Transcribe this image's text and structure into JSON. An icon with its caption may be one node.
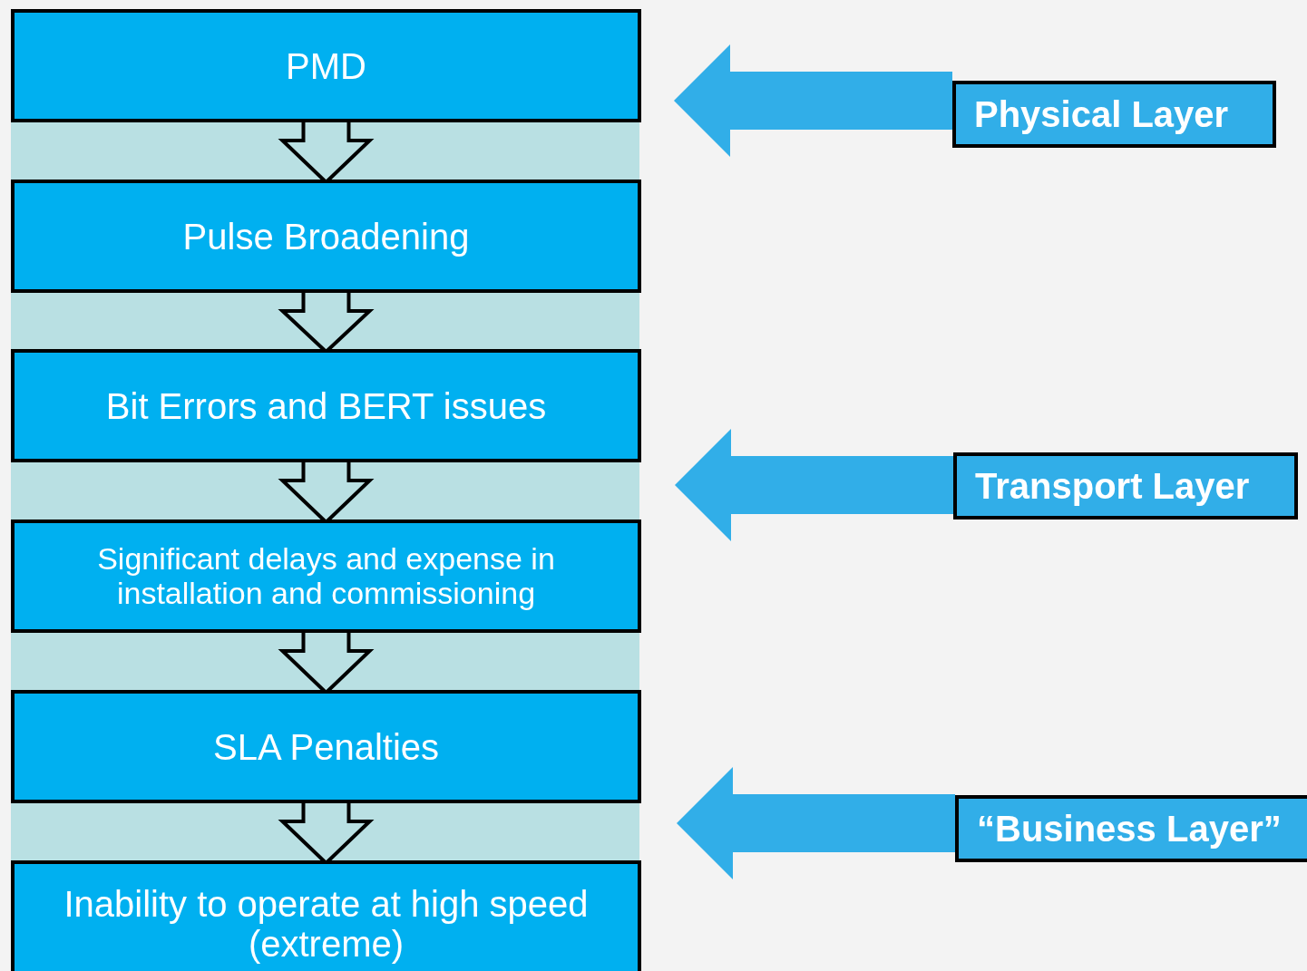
{
  "diagram": {
    "nodes": [
      {
        "text": [
          "PMD"
        ]
      },
      {
        "text": [
          "Pulse Broadening"
        ]
      },
      {
        "text": [
          "Bit Errors and BERT issues"
        ]
      },
      {
        "text": [
          "Significant delays and expense in installation and commissioning"
        ]
      },
      {
        "text": [
          "SLA Penalties"
        ]
      },
      {
        "text": [
          "Inability to operate at high speed (extreme)"
        ]
      },
      {
        "text": [
          "Physical Layer"
        ]
      },
      {
        "text": [
          "Transport Layer"
        ]
      },
      {
        "text": [
          "“Business Layer”"
        ]
      }
    ],
    "edges": [
      {
        "from": 0,
        "to": 1,
        "arrow": "to"
      },
      {
        "from": 1,
        "to": 2,
        "arrow": "to"
      },
      {
        "from": 2,
        "to": 3,
        "arrow": "to"
      },
      {
        "from": 3,
        "to": 4,
        "arrow": "to"
      },
      {
        "from": 4,
        "to": 5,
        "arrow": "to"
      },
      {
        "from": 6,
        "to": null,
        "arrow": "to",
        "style": "thick",
        "color": "#31aee8"
      },
      {
        "from": 7,
        "to": null,
        "arrow": "to",
        "style": "thick",
        "color": "#31aee8"
      },
      {
        "from": 8,
        "to": null,
        "arrow": "to",
        "style": "thick",
        "color": "#31aee8"
      }
    ]
  }
}
